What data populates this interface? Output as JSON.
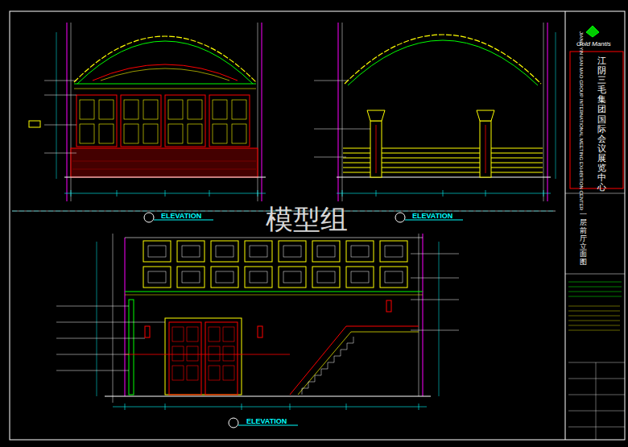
{
  "diagram": {
    "labels": [
      "ELEVATION",
      "ELEVATION",
      "ELEVATION",
      "模型组",
      "Gold Mantis",
      "JIANG YIN SAN MAO GROUP INTERNATIONAL MEETING EXHIBITION CENTER",
      "江阴三毛集团国际会议展览中心",
      "一层前厅立面图"
    ]
  }
}
